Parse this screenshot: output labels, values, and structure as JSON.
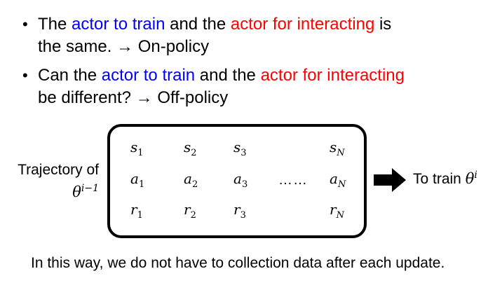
{
  "bullets": [
    {
      "line1_parts": [
        "The ",
        "actor to train",
        " and the ",
        "actor for interacting",
        " is"
      ],
      "line2": "the same. → On-policy"
    },
    {
      "line1_parts": [
        "Can the ",
        "actor to train",
        " and the ",
        "actor for interacting"
      ],
      "line2": "be different? → Off-policy"
    }
  ],
  "trajectory_label": {
    "line1": "Trajectory of",
    "theta": "θ",
    "superscript": "i−1"
  },
  "matrix": {
    "rows": [
      [
        {
          "v": "s",
          "i": "1"
        },
        {
          "v": "s",
          "i": "2"
        },
        {
          "v": "s",
          "i": "3"
        },
        {
          "v": "s",
          "i": "N"
        }
      ],
      [
        {
          "v": "a",
          "i": "1"
        },
        {
          "v": "a",
          "i": "2"
        },
        {
          "v": "a",
          "i": "3"
        },
        {
          "v": "a",
          "i": "N"
        }
      ],
      [
        {
          "v": "r",
          "i": "1"
        },
        {
          "v": "r",
          "i": "2"
        },
        {
          "v": "r",
          "i": "3"
        },
        {
          "v": "r",
          "i": "N"
        }
      ]
    ],
    "ellipsis": "……"
  },
  "to_train": {
    "text": "To train ",
    "theta": "θ",
    "superscript": "i"
  },
  "footer": "In this way, we do not have to collection data after each update.",
  "colors": {
    "blue": "#0000ff",
    "red": "#ff0000"
  }
}
